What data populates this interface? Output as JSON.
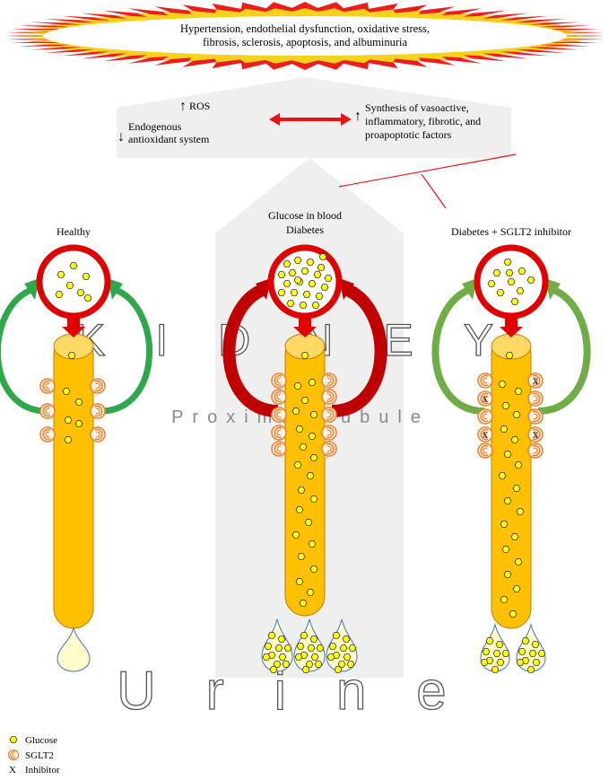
{
  "banner": {
    "line1": "Hypertension, endothelial dysfunction, oxidative stress,",
    "line2": "fibrosis, sclerosis, apoptosis, and albuminuria"
  },
  "mechanisms": {
    "ros": "ROS",
    "antioxidant_line1": "Endogenous",
    "antioxidant_line2": "antioxidant system",
    "synthesis_line1": "Synthesis of vasoactive,",
    "synthesis_line2": "inflammatory, fibrotic, and",
    "synthesis_line3": "proapoptotic factors"
  },
  "columns": {
    "healthy": "Healthy",
    "diabetes_line1": "Glucose in blood",
    "diabetes_line2": "Diabetes",
    "sglt2": "Diabetes + SGLT2 inhibitor"
  },
  "overlay": {
    "kidney": "KIDNEY",
    "tubule": "Proximal tubule",
    "urine": "Urine"
  },
  "legend": {
    "glucose": "Glucose",
    "sglt2": "SGLT2",
    "inhibitor_symbol": "X",
    "inhibitor": "Inhibitor"
  },
  "colors": {
    "banner_red": "#ee1c1c",
    "banner_yellow": "#f7d11a",
    "tubule_orange": "#ffc000",
    "tubule_top": "#ffd966",
    "glucose_yellow": "#ffff00",
    "arrow_green": "#2ea84a",
    "arrow_light_green": "#70ad47",
    "arrow_red": "#c00000",
    "transporter_orange": "#f08030",
    "background_panel": "#efefef"
  }
}
